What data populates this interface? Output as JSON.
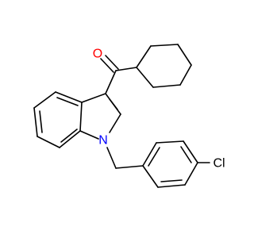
{
  "molecule": {
    "atoms": {
      "O": {
        "label": "O",
        "color": "#ff0000"
      },
      "N": {
        "label": "N",
        "color": "#0000ff"
      },
      "Cl": {
        "label": "Cl",
        "color": "#000000"
      }
    }
  }
}
